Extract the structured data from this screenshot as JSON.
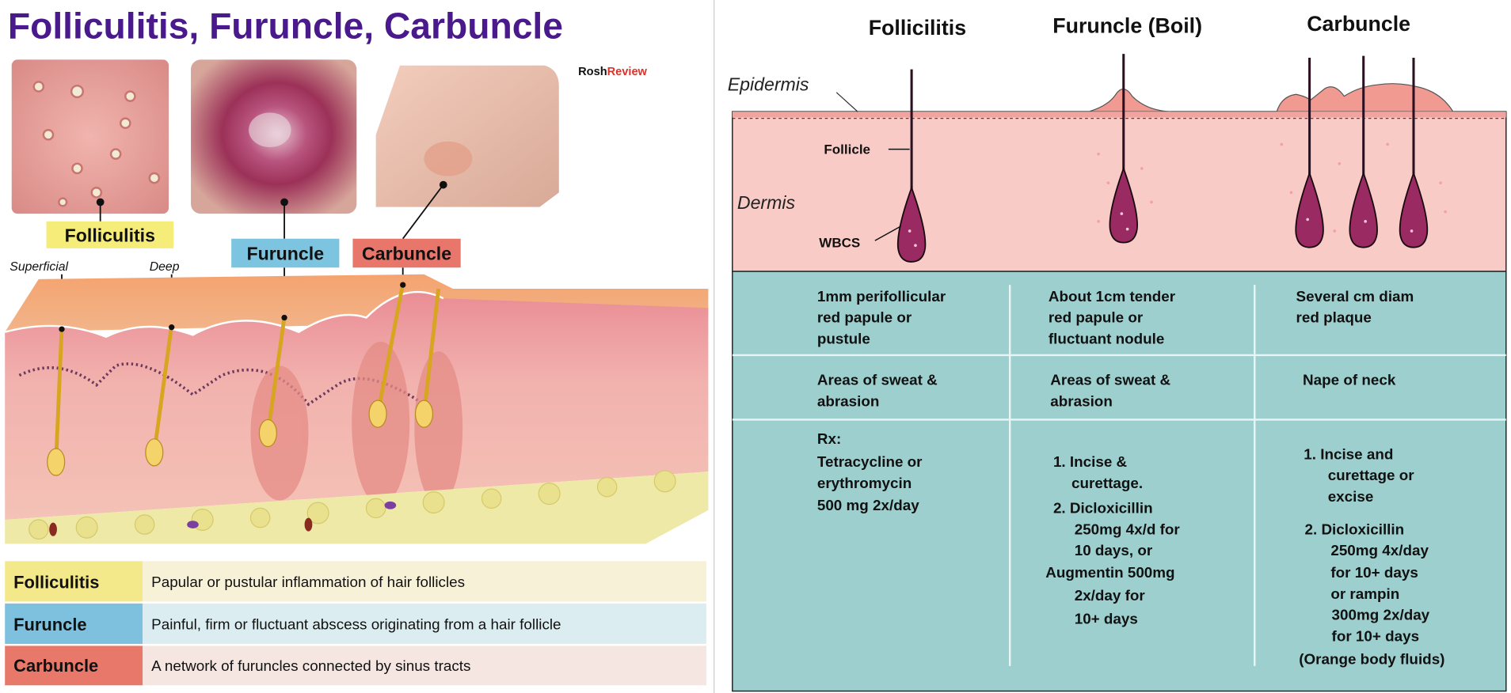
{
  "left": {
    "title": "Folliculitis, Furuncle, Carbuncle",
    "logo": "RoshReview",
    "photo_labels": {
      "folliculitis": "Folliculitis",
      "furuncle": "Furuncle",
      "carbuncle": "Carbuncle"
    },
    "depth_labels": {
      "superficial": "Superficial",
      "deep": "Deep"
    },
    "definitions": [
      {
        "term": "Folliculitis",
        "description": "Papular or pustular inflammation of hair follicles"
      },
      {
        "term": "Furuncle",
        "description": "Painful, firm or fluctuant abscess originating from a hair follicle"
      },
      {
        "term": "Carbuncle",
        "description": "A network of furuncles connected by sinus tracts"
      }
    ]
  },
  "right": {
    "headings": [
      "Follicilitis",
      "Furuncle (Boil)",
      "Carbuncle"
    ],
    "labels": {
      "epidermis": "Epidermis",
      "dermis": "Dermis",
      "follicle": "Follicle",
      "wbcs": "WBCS"
    },
    "comparison": [
      [
        [
          "1mm perifollicular",
          "red papule or",
          "pustule"
        ],
        [
          "About 1cm tender",
          "red papule or",
          "fluctuant nodule"
        ],
        [
          "Several cm diam",
          "red plaque"
        ]
      ],
      [
        [
          "Areas of sweat &",
          "abrasion"
        ],
        [
          "Areas of sweat &",
          "abrasion"
        ],
        [
          "Nape of neck"
        ]
      ],
      [
        [
          "Rx:",
          "Tetracycline or",
          "erythromycin",
          "500 mg 2x/day"
        ],
        [
          "1. Incise &",
          "curettage.",
          "2. Dicloxicillin",
          "250mg 4x/d for",
          "10 days, or",
          "Augmentin 500mg",
          "2x/day for",
          "10+ days"
        ],
        [
          "1. Incise and",
          "curettage or",
          "excise",
          "2. Dicloxicillin",
          "250mg 4x/day",
          "for 10+ days",
          "or rampin",
          "300mg 2x/day",
          "for 10+ days",
          "(Orange body fluids)"
        ]
      ]
    ]
  },
  "colors": {
    "title": "#4a1a8c",
    "yellow": "#f5ec7a",
    "blue": "#7dc4e0",
    "red": "#e8766a",
    "dermis": "#f9cbc7",
    "teal": "#9dcfcf",
    "bulb": "#9a2a62"
  }
}
